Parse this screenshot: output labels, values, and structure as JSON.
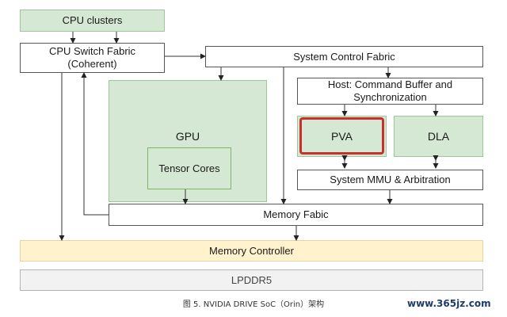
{
  "blocks": {
    "cpu_clusters": "CPU clusters",
    "cpu_switch_fabric": "CPU Switch Fabric\n(Coherent)",
    "system_control_fabric": "System Control Fabric",
    "gpu": "GPU",
    "tensor_cores": "Tensor Cores",
    "host_command_buffer": "Host: Command Buffer and\nSynchronization",
    "pva": "PVA",
    "dla": "DLA",
    "system_mmu": "System MMU & Arbitration",
    "memory_fabic": "Memory Fabic",
    "memory_controller": "Memory Controller",
    "lpddr5": "LPDDR5"
  },
  "caption": "图 5.  NVIDIA DRIVE SoC（Orin）架构",
  "watermark": "www.365jz.com",
  "colors": {
    "green_fill": "#d5e8d4",
    "yellow_fill": "#fff2cc",
    "gray_fill": "#f2f2f2",
    "highlight": "#c8302e"
  }
}
